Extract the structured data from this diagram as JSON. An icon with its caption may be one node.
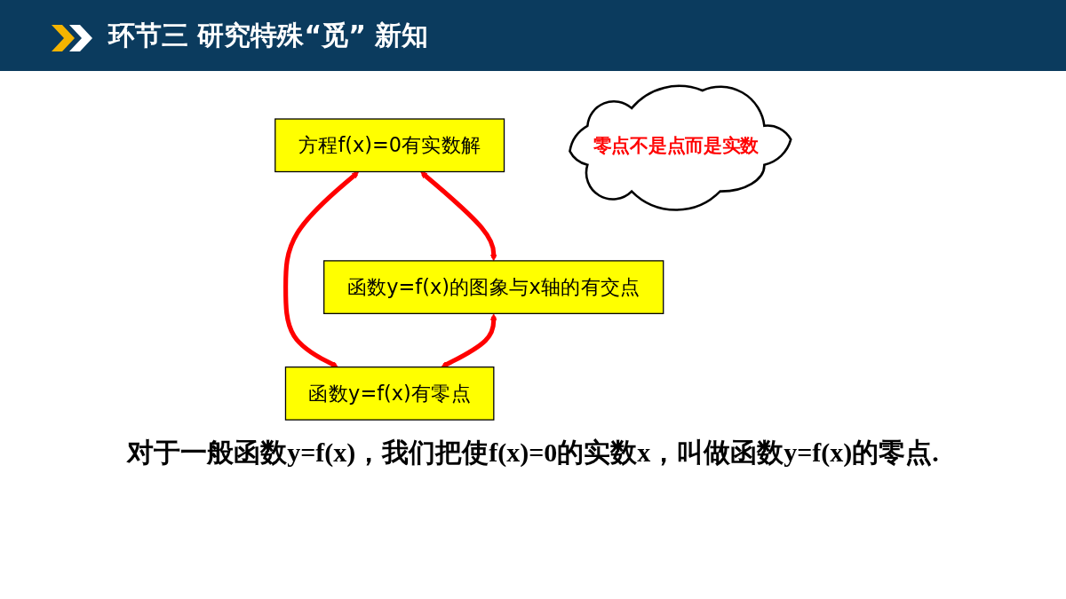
{
  "diagram": {
    "title": "环节三 研究特殊“觅” 新知",
    "nodes": [
      {
        "text": [
          "方程f(x)=0有实数解"
        ]
      },
      {
        "text": [
          "函数y=f(x)的图象与x轴的有交点"
        ]
      },
      {
        "text": [
          "函数y=f(x)有零点"
        ]
      },
      {
        "text": [
          "零点不是点而是实数"
        ]
      }
    ],
    "edges": [
      {
        "from": 0,
        "to": 1,
        "arrow": "both"
      },
      {
        "from": 0,
        "to": 2,
        "arrow": "both"
      },
      {
        "from": 1,
        "to": 2,
        "arrow": "both"
      }
    ],
    "labels": [
      "对于一般函数y=f(x)，我们把使f(x)=0的实数x，叫做函数y=f(x)的零点."
    ]
  }
}
